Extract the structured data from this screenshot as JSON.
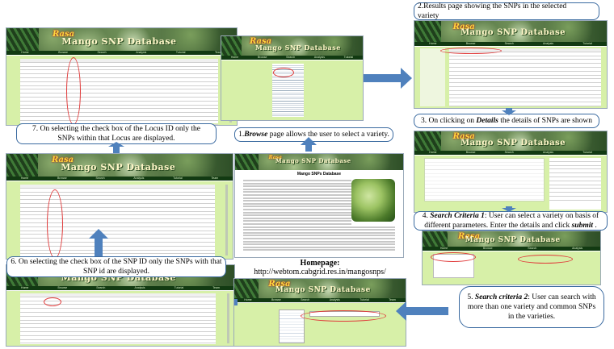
{
  "app": {
    "logo_text": "Rasa",
    "title": "Mango SNP Database",
    "nav": [
      "Home",
      "Browse",
      "Search",
      "Analysis",
      "Tutorial",
      "Team"
    ]
  },
  "homepage": {
    "heading": "Mango SNPs Database",
    "label": "Homepage",
    "url": "http://webtom.cabgrid.res.in/mangosnps/"
  },
  "captions": {
    "c1": {
      "number": "1.",
      "em": "Browse",
      "rest": "page allows the user to select a variety."
    },
    "c2": {
      "lines": [
        "2.Results page showing the SNPs in the selected",
        "variety"
      ]
    },
    "c3": {
      "pre": "3. On clicking  on ",
      "em": "Details",
      "post": " the details of SNPs are shown"
    },
    "c4": {
      "pre": "4. ",
      "em": "Search Criteria 1",
      "mid": ": User can select a variety on basis of",
      "line2_pre": "different parameters. Enter the details and click ",
      "em2": "submit",
      "line2_post": " ."
    },
    "c5": {
      "pre": "5. ",
      "em": "Search criteria 2",
      "mid": ": User can search with",
      "line2": "more than one variety and common SNPs",
      "line3": "in the varieties."
    },
    "c6": {
      "lines": [
        "6. On selecting the check box of the SNP ID only the SNPs with that",
        "SNP id are displayed."
      ]
    },
    "c7": {
      "lines": [
        "7. On selecting the check box of the Locus ID only the",
        "SNPs within that Locus are displayed."
      ]
    }
  },
  "colors": {
    "arrow": "#4f81bd",
    "caption_border": "#3a6aa0",
    "highlight_oval": "#e03a3a",
    "page_bg": "#d7f0a8"
  }
}
